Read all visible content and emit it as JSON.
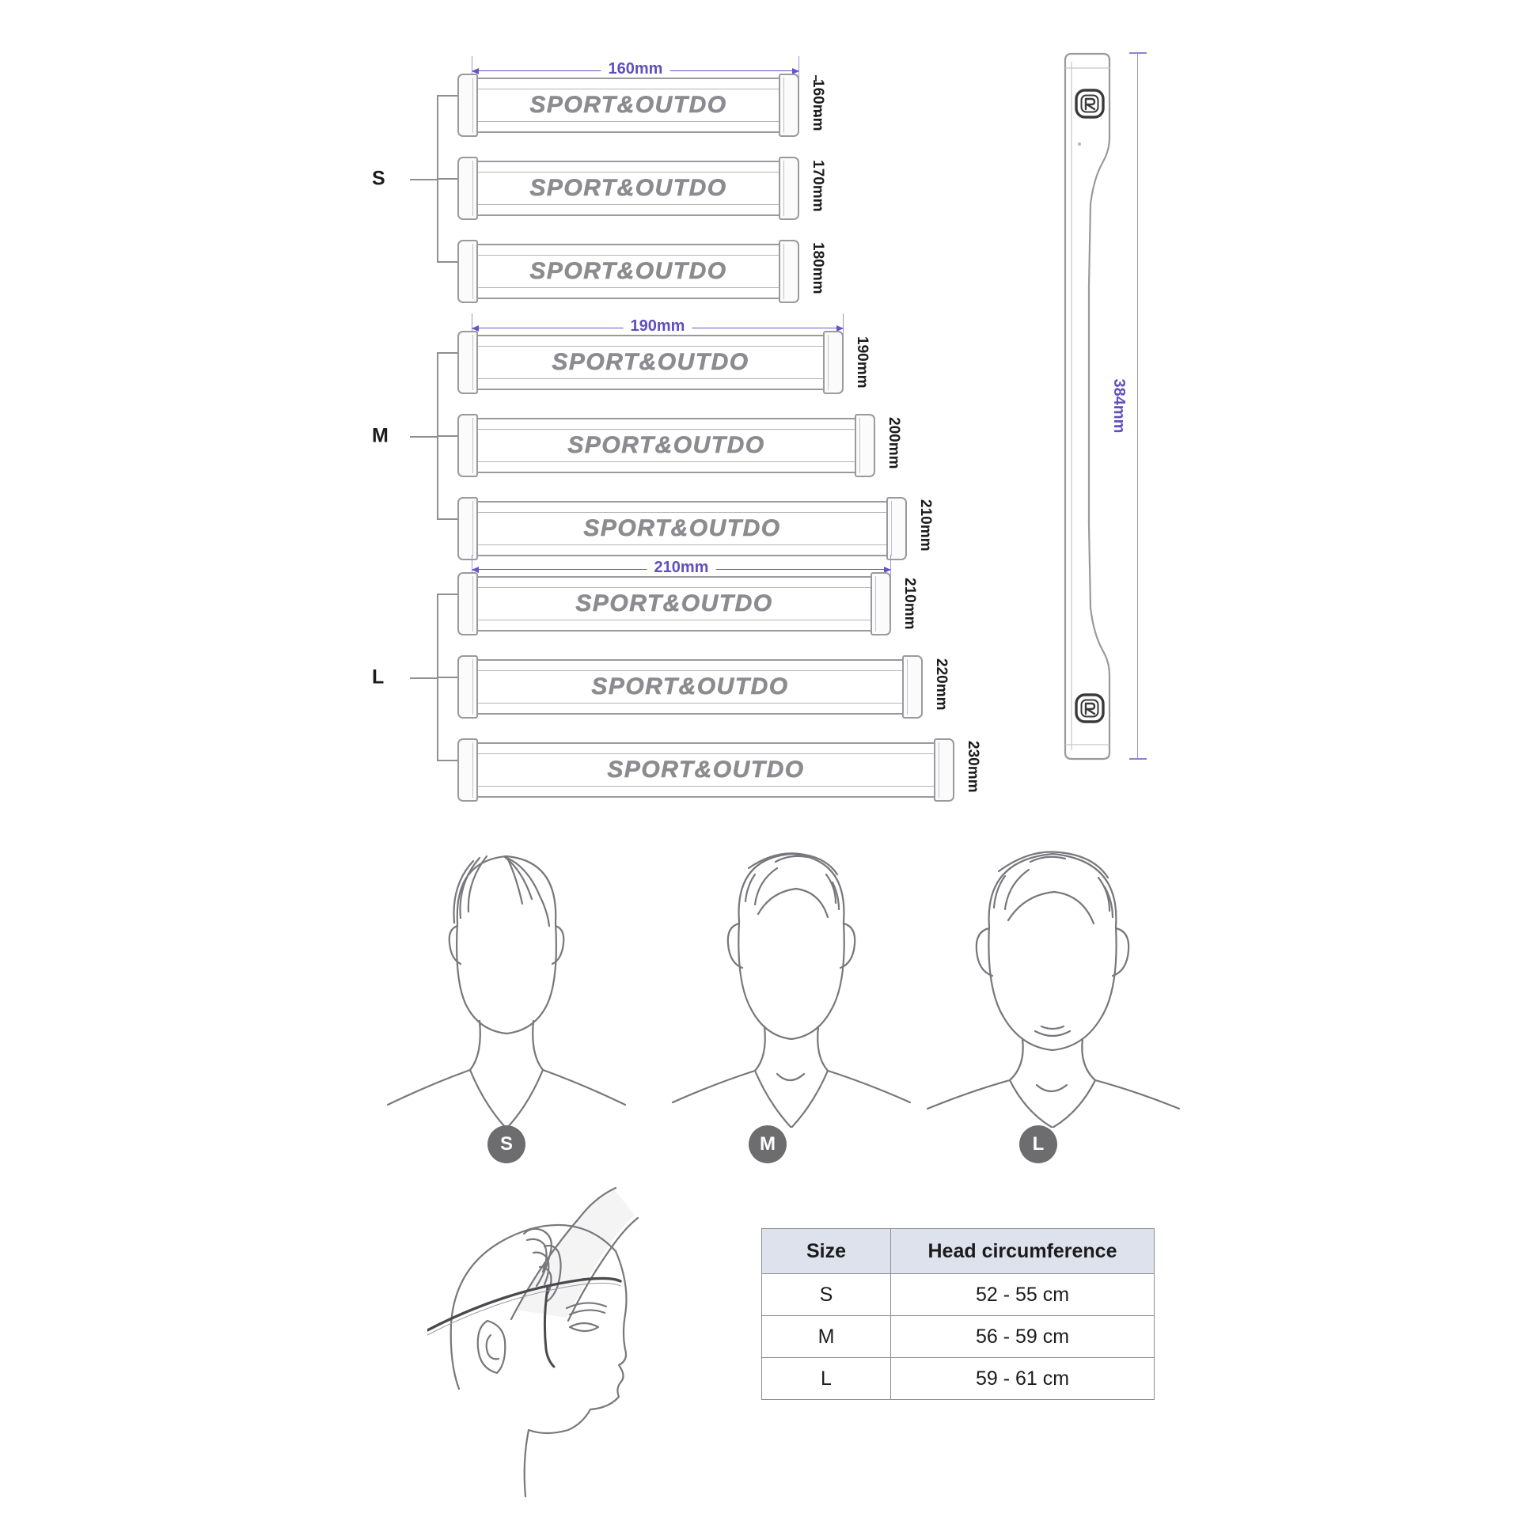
{
  "brand_text": "SPORT&OUTDO",
  "colors": {
    "dimension": "#5f4fc0",
    "outline": "#9a9a9e",
    "brand_gray": "#8b8b90",
    "chip": "#6d6d70",
    "table_header_bg": "#dde2ec"
  },
  "size_groups": [
    {
      "label": "S",
      "width_dimension": "160mm",
      "straps": [
        {
          "height_label": "160mm",
          "brand": "SPORT&OUTDO"
        },
        {
          "height_label": "170mm",
          "brand": "SPORT&OUTDO"
        },
        {
          "height_label": "180mm",
          "brand": "SPORT&OUTDO"
        }
      ]
    },
    {
      "label": "M",
      "width_dimension": "190mm",
      "straps": [
        {
          "height_label": "190mm",
          "brand": "SPORT&OUTDO"
        },
        {
          "height_label": "200mm",
          "brand": "SPORT&OUTDO"
        },
        {
          "height_label": "210mm",
          "brand": "SPORT&OUTDO"
        }
      ]
    },
    {
      "label": "L",
      "width_dimension": "210mm",
      "straps": [
        {
          "height_label": "210mm",
          "brand": "SPORT&OUTDO"
        },
        {
          "height_label": "220mm",
          "brand": "SPORT&OUTDO"
        },
        {
          "height_label": "230mm",
          "brand": "SPORT&OUTDO"
        }
      ]
    }
  ],
  "vertical_strap": {
    "length_dimension": "384mm",
    "logo": "brand-badge-icon"
  },
  "head_figures": [
    {
      "size": "S",
      "view": "front-female-head"
    },
    {
      "size": "M",
      "view": "front-male-head"
    },
    {
      "size": "L",
      "view": "front-male-head-wide"
    }
  ],
  "measure_illustration": {
    "view": "side-profile-head-with-tape",
    "description": "hand holding measuring tape around forehead"
  },
  "table": {
    "headers": [
      "Size",
      "Head circumference"
    ],
    "rows": [
      {
        "size": "S",
        "circumference": "52 - 55 cm"
      },
      {
        "size": "M",
        "circumference": "56 - 59 cm"
      },
      {
        "size": "L",
        "circumference": "59 - 61 cm"
      }
    ]
  }
}
